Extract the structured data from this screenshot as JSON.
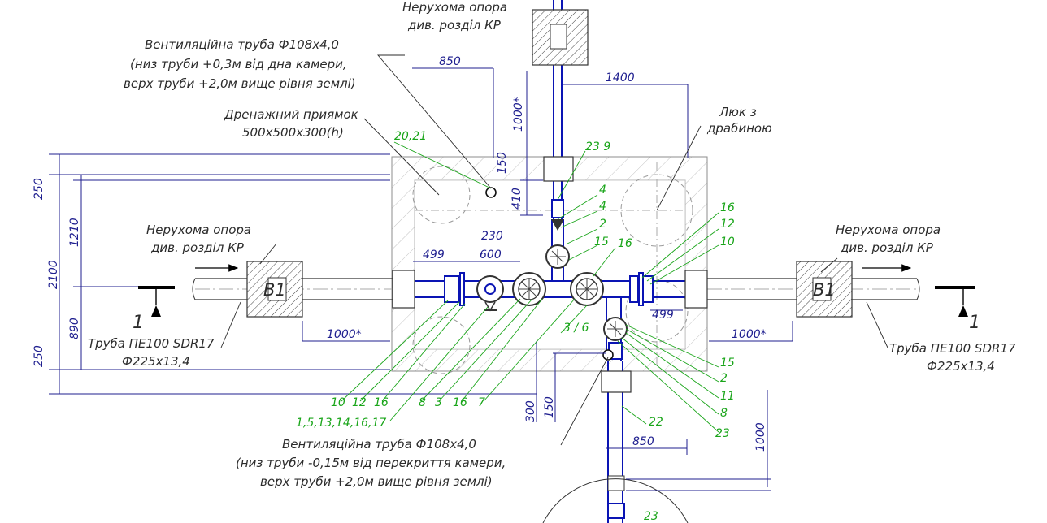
{
  "labels": {
    "support_top": [
      "Нерухома опора",
      "див. розділ КР"
    ],
    "vent_top": [
      "Вентиляційна труба Ф108х4,0",
      "(низ труби +0,3м від дна камери,",
      "верх труби +2,0м вище рівня землі)"
    ],
    "drain": [
      "Дренажний приямок",
      "500х500х300(h)"
    ],
    "hatch": [
      "Люк з",
      "драбиною"
    ],
    "support_left": [
      "Нерухома опора",
      "див. розділ КР"
    ],
    "support_right": [
      "Нерухома опора",
      "див. розділ КР"
    ],
    "pipe_left": [
      "Труба ПЕ100 SDR17",
      "Ф225х13,4"
    ],
    "pipe_right": [
      "Труба ПЕ100 SDR17",
      "Ф225х13,4"
    ],
    "vent_bottom": [
      "Вентиляційна труба Ф108х4,0",
      "(низ труби -0,15м від перекриття камери,",
      "верх труби +2,0м вище рівня землі)"
    ],
    "pipe_tag_left": "В1",
    "pipe_tag_right": "В1",
    "section_left": "1",
    "section_right": "1"
  },
  "dims": {
    "d850_top": "850",
    "d1400": "1400",
    "d1000star_top": "1000*",
    "d150": "150",
    "d410": "410",
    "d250_top": "250",
    "d1210": "1210",
    "d2100": "2100",
    "d890": "890",
    "d250_bot": "250",
    "d499_left": "499",
    "d600": "600",
    "d230": "230",
    "d499_right": "499",
    "d1000star_left": "1000*",
    "d1000star_right": "1000*",
    "d300": "300",
    "d150_bot": "150",
    "d850_bot": "850",
    "d1000_bot": "1000"
  },
  "callouts": {
    "c2021": "20,21",
    "c239": "23 9",
    "c4a": "4",
    "c4b": "4",
    "c2": "2",
    "c15": "15",
    "c16": "16",
    "r16": "16",
    "r12": "12",
    "r10": "10",
    "c36": "3 / 6",
    "b15": "15",
    "b2": "2",
    "b11": "11",
    "b8": "8",
    "b23": "23",
    "b22": "22",
    "b23b": "23",
    "l10": "10",
    "l12": "12",
    "l16": "16",
    "l8": "8",
    "l3": "3",
    "l16b": "16",
    "l7": "7",
    "l_group": "1,5,13,14,16,17"
  },
  "colors": {
    "pipe": "#0a14b4",
    "dim": "#1f1f8f",
    "callout": "#1aa51a",
    "text": "#2b2b2b"
  }
}
